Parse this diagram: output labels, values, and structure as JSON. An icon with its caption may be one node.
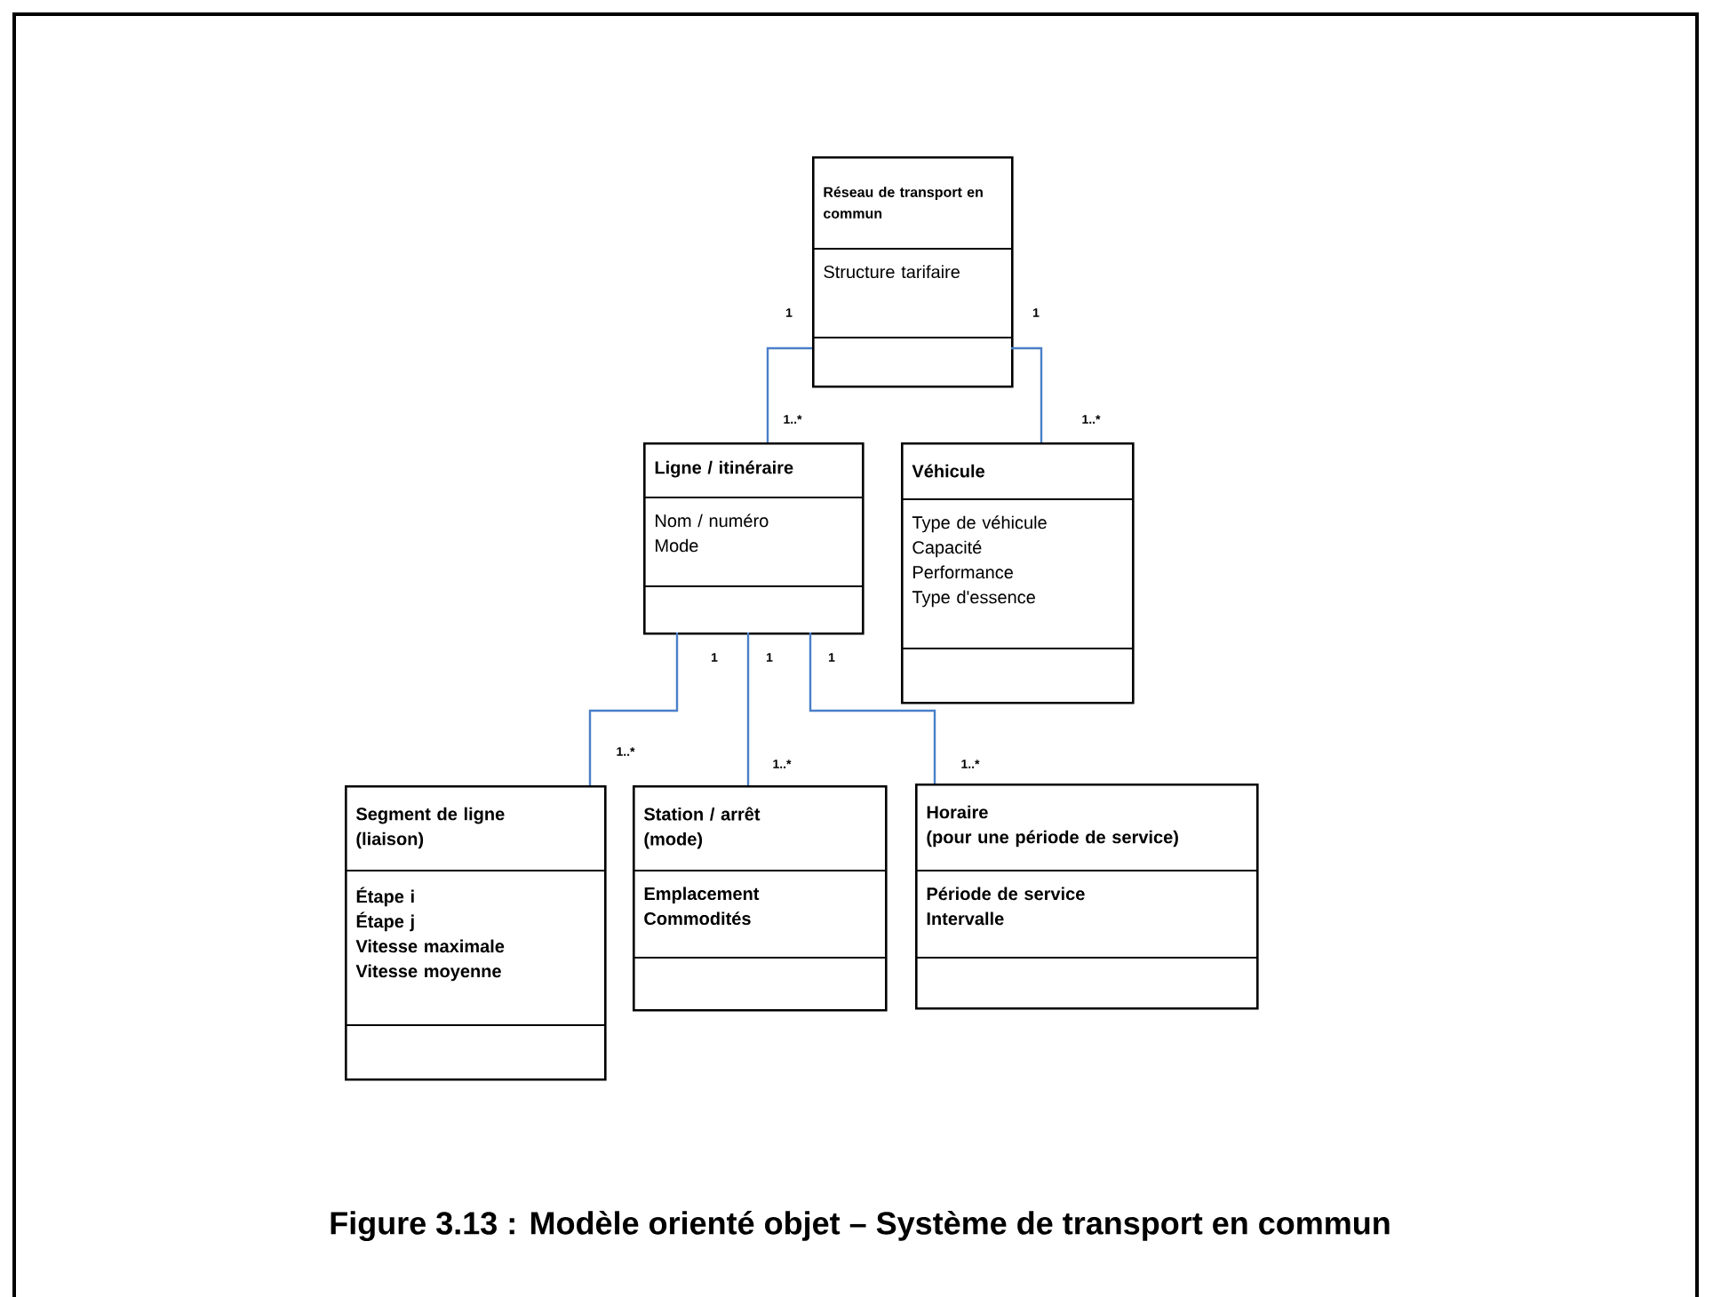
{
  "diagram": {
    "caption": "Figure 3.13 : Modèle orienté objet – Système de transport en commun",
    "nodes": [
      {
        "text": [
          "Réseau de transport en commun",
          "Structure tarifaire"
        ]
      },
      {
        "text": [
          "Ligne / itinéraire",
          "Nom / numéro",
          "Mode"
        ]
      },
      {
        "text": [
          "Véhicule",
          "Type de véhicule",
          "Capacité",
          "Performance",
          "Type d'essence"
        ]
      },
      {
        "text": [
          "Segment de ligne (liaison)",
          "Étape i",
          "Étape j",
          "Vitesse maximale",
          "Vitesse moyenne"
        ]
      },
      {
        "text": [
          "Station / arrêt (mode)",
          "Emplacement",
          "Commodités"
        ]
      },
      {
        "text": [
          "Horaire",
          "(pour une période de service)",
          "Période de service",
          "Intervalle"
        ]
      }
    ],
    "edges": [
      {
        "from": 0,
        "to": 1,
        "arrow": "none"
      },
      {
        "from": 0,
        "to": 2,
        "arrow": "none"
      },
      {
        "from": 1,
        "to": 3,
        "arrow": "none"
      },
      {
        "from": 1,
        "to": 4,
        "arrow": "none"
      },
      {
        "from": 1,
        "to": 5,
        "arrow": "none"
      }
    ],
    "labels": [
      "1",
      "1",
      "1..*",
      "1..*",
      "1",
      "1",
      "1",
      "1..*",
      "1..*",
      "1..*"
    ]
  }
}
